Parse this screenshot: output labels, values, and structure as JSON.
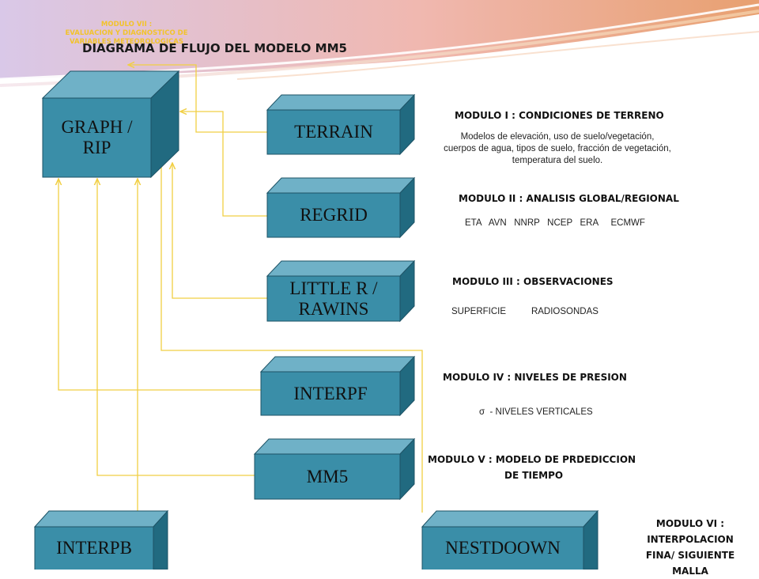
{
  "title": "DIAGRAMA DE FLUJO DEL MODELO MM5",
  "overlay_note": [
    "MODULO VII :",
    "EVALUACION Y DIAGNOSTICO DE",
    "VARIABLES METEOROLOGICAS"
  ],
  "colors": {
    "box_front": "#3a8ea8",
    "box_top": "#6fb1c7",
    "box_side": "#216a80",
    "box_edge": "#1d5366",
    "connector": "#f1cf43",
    "header_wave": "#e9967a"
  },
  "boxes": {
    "graph": "GRAPH /\nRIP",
    "terrain": "TERRAIN",
    "regrid": "REGRID",
    "little_r": "LITTLE R /\nRAWINS",
    "interpf": "INTERPF",
    "mm5": "MM5",
    "interpb": "INTERPB",
    "nestdown": "NESTDOOWN"
  },
  "modules": {
    "m1": {
      "title": "MODULO I : CONDICIONES DE TERRENO",
      "lines": [
        "Modelos de elevación, uso de suelo/vegetación,",
        "cuerpos de agua, tipos de suelo,  fracción de vegetación,",
        "temperatura  del suelo."
      ]
    },
    "m2": {
      "title": "MODULO II : ANALISIS GLOBAL/REGIONAL",
      "items": "ETA   AVN   NNRP   NCEP   ERA     ECMWF"
    },
    "m3": {
      "title": "MODULO III : OBSERVACIONES",
      "items": "SUPERFICIE          RADIOSONDAS"
    },
    "m4": {
      "title": "MODULO IV : NIVELES DE PRESION",
      "items": "σ  - NIVELES VERTICALES"
    },
    "m5": {
      "title_line1": "MODULO V : MODELO DE PRDEDICCION",
      "title_line2": "DE TIEMPO"
    },
    "m6": {
      "title": [
        "MODULO VI :",
        "INTERPOLACION",
        "FINA/ SIGUIENTE",
        "MALLA"
      ]
    }
  }
}
